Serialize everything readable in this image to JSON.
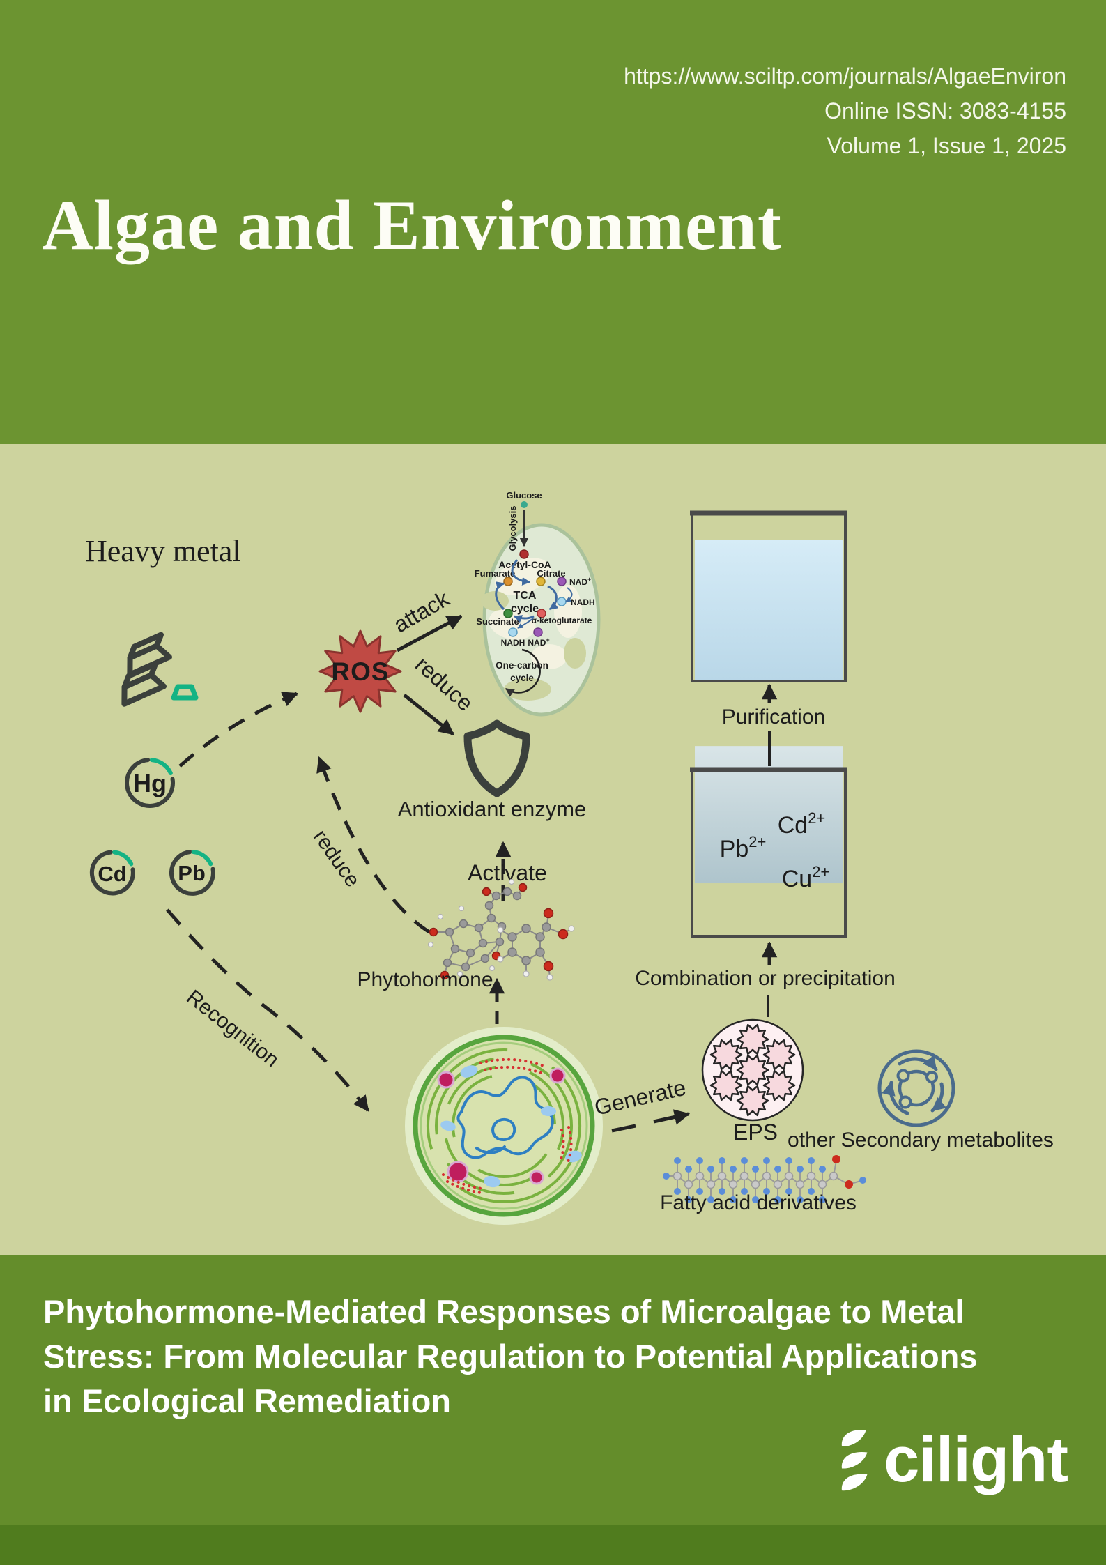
{
  "header": {
    "url": "https://www.sciltp.com/journals/AlgaeEnviron",
    "issn": "Online ISSN: 3083-4155",
    "volume": "Volume 1, Issue 1, 2025",
    "journal_title": "Algae and Environment"
  },
  "diagram": {
    "heavy_metal": "Heavy metal",
    "metals": {
      "hg": "Hg",
      "cd": "Cd",
      "pb": "Pb"
    },
    "ros": "ROS",
    "labels": {
      "attack": "attack",
      "reduce_to_enzyme": "reduce",
      "reduce_to_ros": "reduce",
      "recognition": "Recognition",
      "activate": "Activate",
      "generate": "Generate",
      "antioxidant_enzyme": "Antioxidant enzyme",
      "phytohormone": "Phytohormone",
      "eps": "EPS",
      "other_secondary_metabolites": "other Secondary metabolites",
      "fatty_acid_derivatives": "Fatty acid derivatives",
      "combination_or_precipitation": "Combination or precipitation",
      "purification": "Purification"
    },
    "mitochondrion": {
      "glucose": "Glucose",
      "glycolysis": "Glycolysis",
      "acetyl_coa": "Acetyl-CoA",
      "fumarate": "Fumarate",
      "citrate": "Citrate",
      "nad_right": {
        "base": "NAD",
        "charge": "+"
      },
      "nadh_right": "NADH",
      "tca": {
        "line1": "TCA",
        "line2": "cycle"
      },
      "succinate": "Succinate",
      "alpha_ketoglutarate": "α-ketoglutarate",
      "nadh_bottom": "NADH",
      "nad_bottom": {
        "base": "NAD",
        "charge": "+"
      },
      "one_carbon": {
        "line1": "One-carbon",
        "line2": "cycle"
      }
    },
    "beaker_ions": {
      "pb": {
        "base": "Pb",
        "charge": "2+"
      },
      "cd": {
        "base": "Cd",
        "charge": "2+"
      },
      "cu": {
        "base": "Cu",
        "charge": "2+"
      }
    }
  },
  "footer": {
    "article_title_lines": [
      "Phytohormone-Mediated Responses of Microalgae to Metal",
      "Stress: From Molecular Regulation to Potential Applications",
      "in Ecological Remediation"
    ],
    "logo": {
      "name": "Scilight",
      "visible_text": "cilight"
    }
  },
  "colors": {
    "header_green": "#6c9431",
    "section_bg": "#cdd39e",
    "footer_green": "#648d2b",
    "footer_strip": "#507c1e",
    "ros_red": "#c04a44",
    "badge_teal": "#14b384",
    "icon_dark": "#3b403c",
    "metabolite_blue": "#4a6b8c",
    "eps_pink": "#f7d9de",
    "water_blue": "#cfe6f4"
  }
}
